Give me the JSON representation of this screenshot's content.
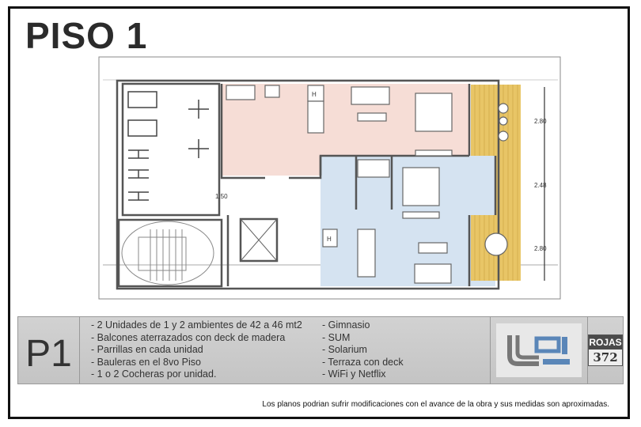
{
  "title": "PISO 1",
  "plan": {
    "dimensions": [
      "2.80",
      "2.48",
      "2.80"
    ],
    "corridor_width": "1.50",
    "kitchen_marks": [
      "H",
      "H"
    ],
    "colors": {
      "unit_a": "#f6ddd6",
      "unit_b": "#d5e3f1",
      "deck": "#e8c566",
      "wall": "#555555"
    }
  },
  "info": {
    "floor_code": "P1",
    "features": [
      "- 2 Unidades de 1 y 2 ambientes de 42 a 46 mt2",
      "- Balcones aterrazados con deck de madera",
      "- Parrillas en cada unidad",
      "- Bauleras en el 8vo Piso",
      "- 1 o 2 Cocheras por unidad."
    ],
    "amenities": [
      "- Gimnasio",
      "- SUM",
      "- Solarium",
      "- Terraza con deck",
      "- WiFi y Netflix"
    ],
    "brand_top": "ROJAS",
    "brand_bottom": "372"
  },
  "disclaimer": "Los planos podrian sufrir modificaciones con el avance de la obra y sus medidas son aproximadas."
}
